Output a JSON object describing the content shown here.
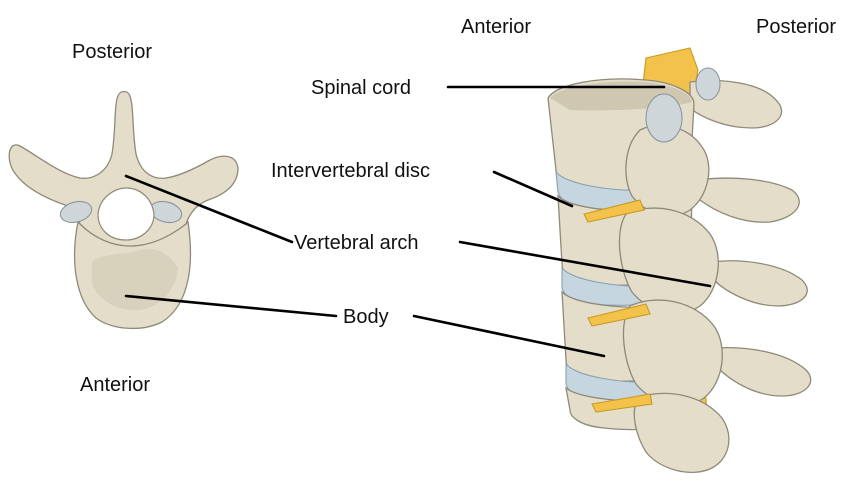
{
  "top_view": {
    "posterior": "Posterior",
    "anterior": "Anterior"
  },
  "side_view": {
    "anterior": "Anterior",
    "posterior": "Posterior"
  },
  "labels": {
    "spinal_cord": "Spinal cord",
    "intervertebral_disc": "Intervertebral disc",
    "vertebral_arch": "Vertebral arch",
    "body": "Body"
  },
  "colors": {
    "bone": "#e3ddca",
    "disc": "#c6d6e0",
    "nerve": "#f2c24a",
    "leader": "#000000"
  }
}
